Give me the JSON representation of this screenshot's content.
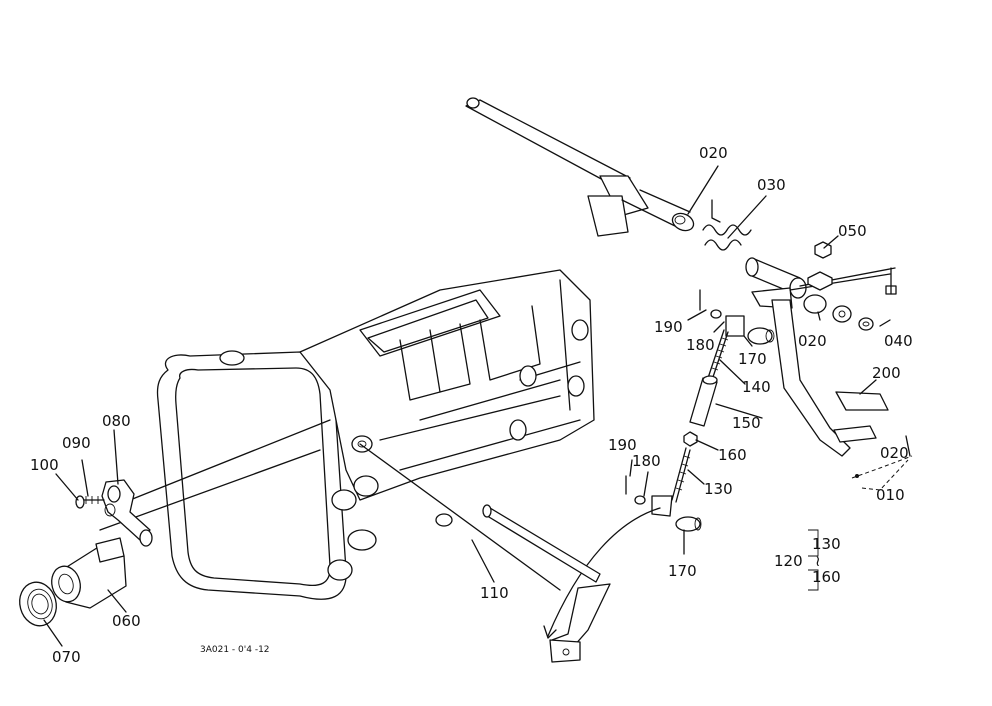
{
  "parts": {
    "p020a": "020",
    "p030": "030",
    "p050": "050",
    "p190a": "190",
    "p180a": "180",
    "p170a": "170",
    "p020b": "020",
    "p040": "040",
    "p140": "140",
    "p200": "200",
    "p150": "150",
    "p160": "160",
    "p190b": "190",
    "p180b": "180",
    "p130": "130",
    "p020c": "020",
    "p010": "010",
    "p170b": "170",
    "p080": "080",
    "p090": "090",
    "p100": "100",
    "p060": "060",
    "p070": "070",
    "p110": "110"
  },
  "group": {
    "id": "120",
    "range_top": "130",
    "range_sep": "≀",
    "range_bottom": "160"
  },
  "drawing_code": "3A021 - 0'4 -12"
}
